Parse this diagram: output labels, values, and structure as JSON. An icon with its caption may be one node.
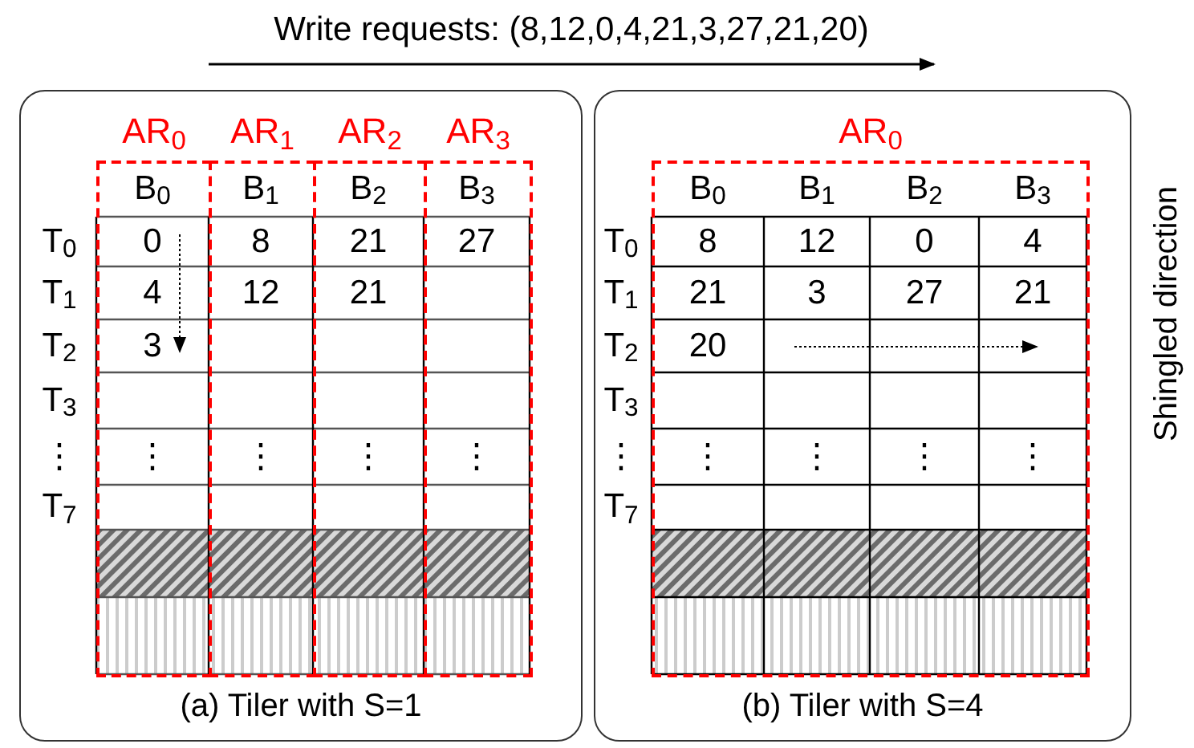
{
  "diagram": {
    "nodes": [
      {
        "text": [
          "(a) Tiler with S=1"
        ]
      },
      {
        "text": [
          "AR$_{0}$"
        ],
        "in": 0
      },
      {
        "text": [
          "AR$_{1}$"
        ],
        "in": 0
      },
      {
        "text": [
          "AR$_{2}$"
        ],
        "in": 0
      },
      {
        "text": [
          "AR$_{3}$"
        ],
        "in": 0
      },
      {
        "text": [
          "(b) Tiler with S=4"
        ]
      },
      {
        "text": [
          "AR$_{0}$"
        ],
        "in": 5
      }
    ],
    "labels": [
      "Write requests: (8,12,0,4,21,3,27,21,20)",
      "B$_{0}$",
      "B$_{1}$",
      "B$_{2}$",
      "B$_{3}$",
      "T$_{0}$",
      "0",
      "8",
      "21",
      "27",
      "T$_{1}$",
      "4",
      "12",
      "21",
      "T$_{2}$",
      "3",
      "T$_{3}$",
      "⋮",
      "⋮",
      "⋮",
      "⋮",
      "⋮",
      "T$_{7}$",
      "B$_{0}$",
      "B$_{1}$",
      "B$_{2}$",
      "B$_{3}$",
      "T$_{0}$",
      "8",
      "12",
      "0",
      "4",
      "T$_{1}$",
      "21",
      "3",
      "27",
      "21",
      "T$_{2}$",
      "20",
      "T$_{3}$",
      "⋮",
      "⋮",
      "⋮",
      "⋮",
      "⋮",
      "T$_{7}$",
      "Shingled direction"
    ]
  }
}
